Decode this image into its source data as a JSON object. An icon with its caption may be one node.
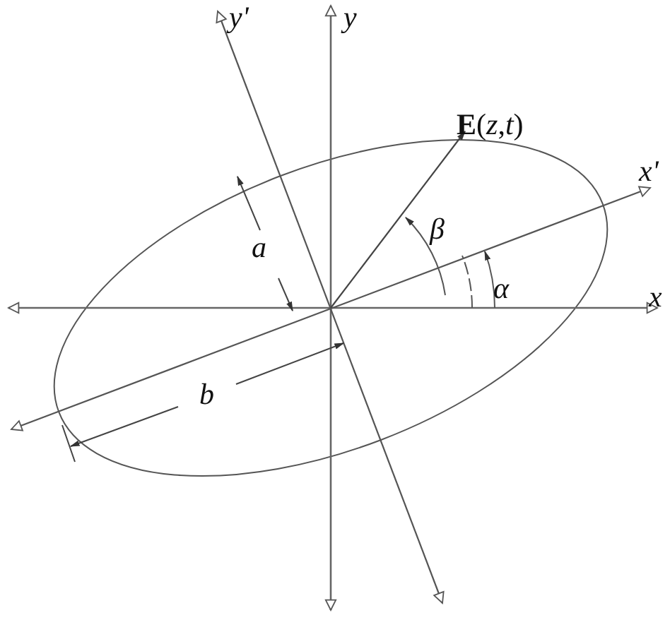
{
  "diagram": {
    "labels": [
      "y'",
      "y",
      "**E**(*z*,*t*)",
      "x'",
      "β",
      "a",
      "α",
      "x",
      "b"
    ]
  }
}
